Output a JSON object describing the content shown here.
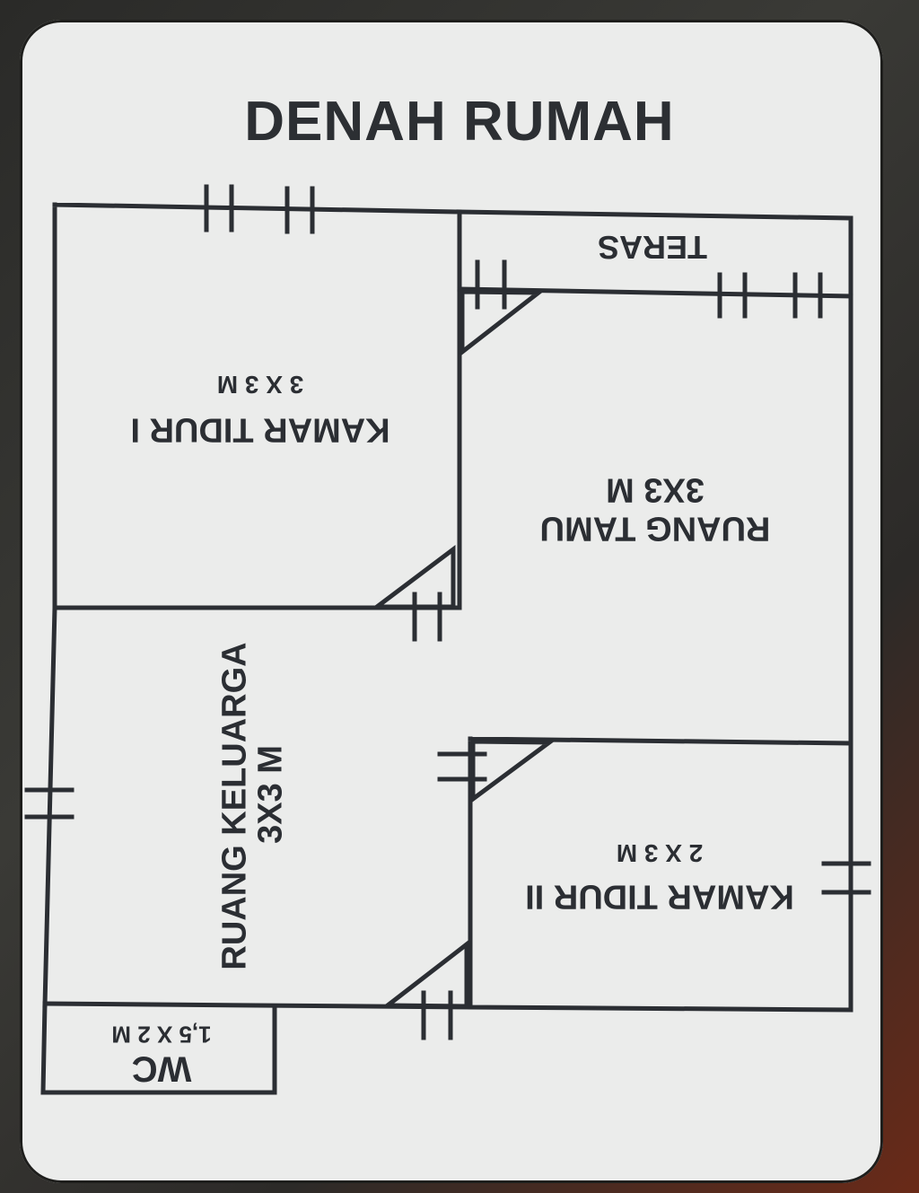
{
  "title": "DENAH RUMAH",
  "rooms": {
    "kamar_tidur_1": {
      "name": "KAMAR TIDUR I",
      "size": "3 X 3 M"
    },
    "teras": {
      "name": "TERAS"
    },
    "ruang_tamu": {
      "name": "RUANG TAMU",
      "size": "3X3 M"
    },
    "ruang_keluarga": {
      "name": "RUANG KELUARGA",
      "size": "3X3 M"
    },
    "kamar_tidur_2": {
      "name": "KAMAR TIDUR II",
      "size": "2 X 3 M"
    },
    "wc": {
      "name": "WC",
      "size": "1,5 X 2 M"
    }
  },
  "colors": {
    "line": "#2b2e33",
    "paper": "#ebeceb"
  }
}
